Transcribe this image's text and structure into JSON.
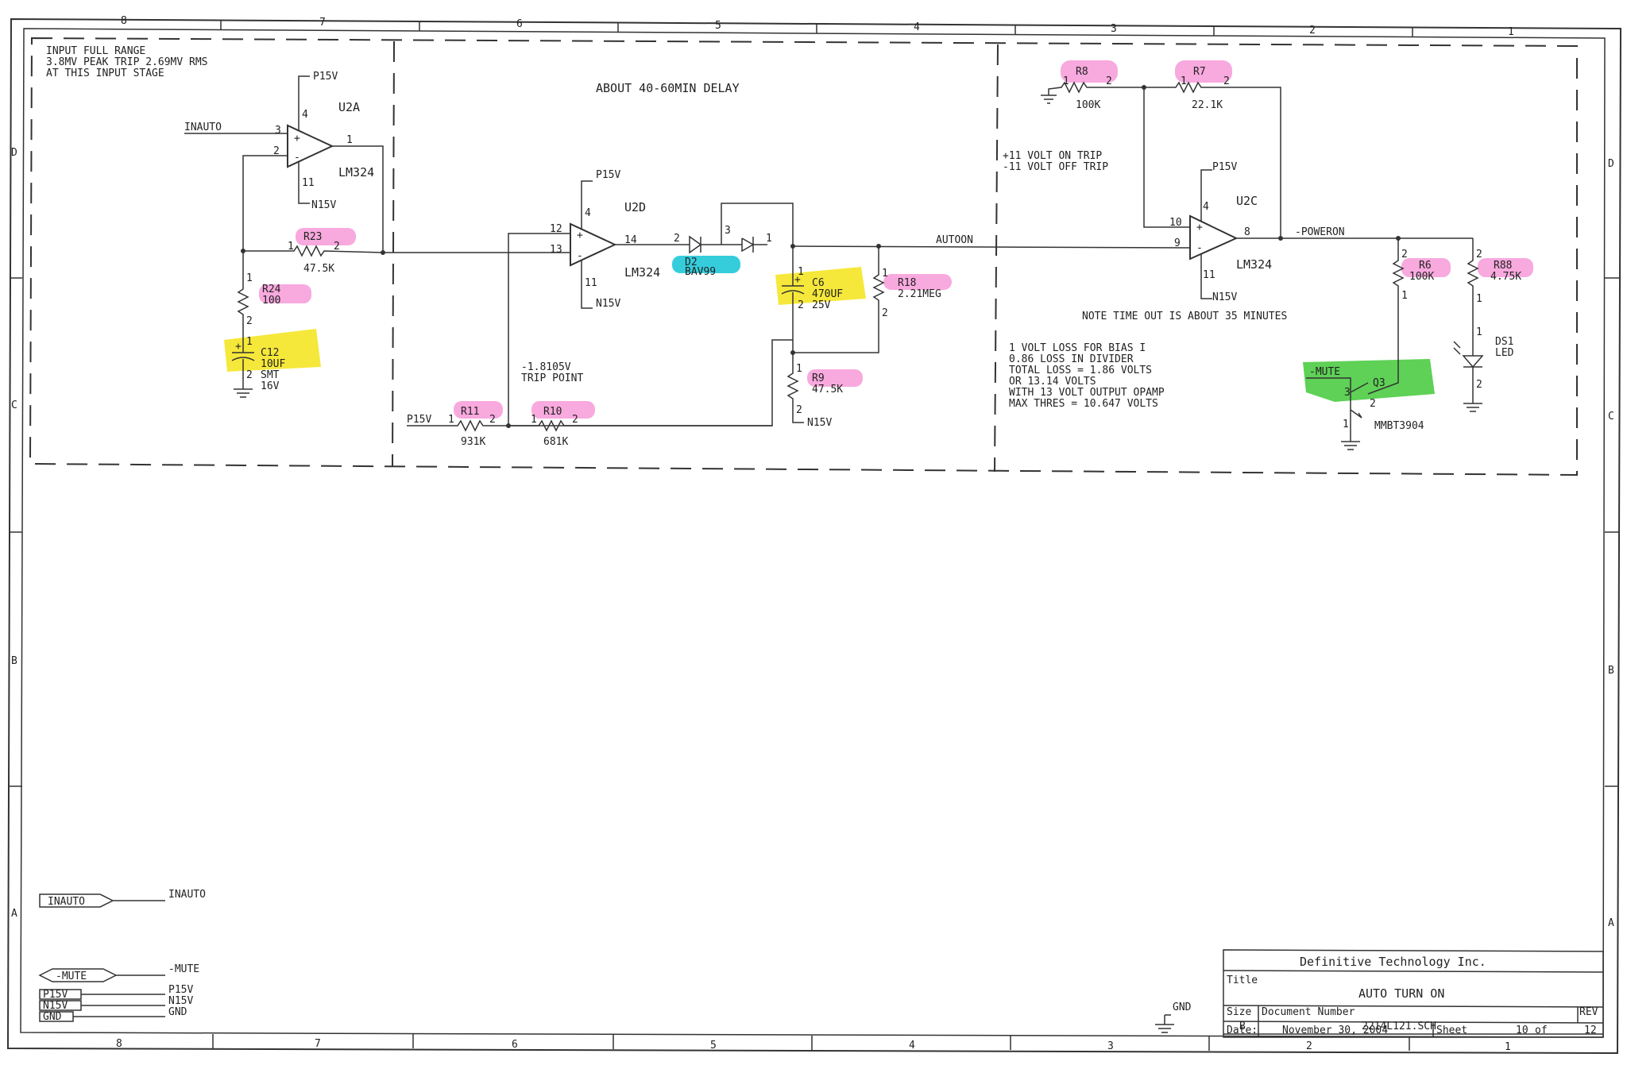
{
  "border": {
    "top_cols": [
      "8",
      "7",
      "6",
      "5",
      "4",
      "3",
      "2",
      "1"
    ],
    "bottom_cols": [
      "8",
      "7",
      "6",
      "5",
      "4",
      "3",
      "2",
      "1"
    ],
    "left_rows": [
      "D",
      "C",
      "B",
      "A"
    ],
    "right_rows": [
      "D",
      "C",
      "B",
      "A"
    ]
  },
  "notes": {
    "input_range": [
      "INPUT FULL RANGE",
      "3.8MV PEAK TRIP 2.69MV RMS",
      "AT THIS INPUT STAGE"
    ],
    "delay": "ABOUT 40-60MIN DELAY",
    "trip_point": [
      "-1.8105V",
      "TRIP POINT"
    ],
    "volt_trip": [
      "+11 VOLT ON TRIP",
      "-11 VOLT OFF TRIP"
    ],
    "timeout": "NOTE TIME OUT IS ABOUT 35 MINUTES",
    "loss": [
      "1 VOLT LOSS FOR BIAS I",
      "0.86 LOSS IN DIVIDER",
      "TOTAL LOSS = 1.86 VOLTS",
      "OR 13.14 VOLTS",
      "WITH 13 VOLT OUTPUT OPAMP",
      "MAX THRES = 10.647 VOLTS"
    ]
  },
  "nets": {
    "inauto": "INAUTO",
    "autoon": "AUTOON",
    "poweron": "-POWERON",
    "mute": "-MUTE",
    "p15v": "P15V",
    "n15v": "N15V",
    "gnd": "GND"
  },
  "parts": {
    "u2a": {
      "ref": "U2A",
      "val": "LM324",
      "p_in": "3",
      "n_in": "2",
      "out": "1",
      "vplus": "4",
      "vminus": "11"
    },
    "u2d": {
      "ref": "U2D",
      "val": "LM324",
      "p_in": "12",
      "n_in": "13",
      "out": "14",
      "vplus": "4",
      "vminus": "11"
    },
    "u2c": {
      "ref": "U2C",
      "val": "LM324",
      "p_in": "10",
      "n_in": "9",
      "out": "8",
      "vplus": "4",
      "vminus": "11"
    },
    "r23": {
      "ref": "R23",
      "val": "47.5K"
    },
    "r24": {
      "ref": "R24",
      "val": "100"
    },
    "c12": {
      "ref": "C12",
      "val": [
        "10UF",
        "SMT",
        "16V"
      ]
    },
    "d2": {
      "ref": "D2",
      "val": "BAV99"
    },
    "c6": {
      "ref": "C6",
      "val": [
        "470UF",
        "25V"
      ]
    },
    "r18": {
      "ref": "R18",
      "val": "2.21MEG"
    },
    "r9": {
      "ref": "R9",
      "val": "47.5K"
    },
    "r11": {
      "ref": "R11",
      "val": "931K"
    },
    "r10": {
      "ref": "R10",
      "val": "681K"
    },
    "r8": {
      "ref": "R8",
      "val": "100K"
    },
    "r7": {
      "ref": "R7",
      "val": "22.1K"
    },
    "r6": {
      "ref": "R6",
      "val": "100K"
    },
    "r88": {
      "ref": "R88",
      "val": "4.75K"
    },
    "ds1": {
      "ref": "DS1",
      "val": "LED"
    },
    "q3": {
      "ref": "Q3",
      "val": "MMBT3904"
    }
  },
  "pins": {
    "one": "1",
    "two": "2",
    "three": "3"
  },
  "ports": {
    "inauto": "INAUTO",
    "mute": "-MUTE",
    "p15v": "P15V",
    "n15v": "N15V",
    "gnd": "GND"
  },
  "title_block": {
    "company": "Definitive Technology Inc.",
    "title_label": "Title",
    "title": "AUTO TURN ON",
    "size_label": "Size",
    "size": "B",
    "docnum_label": "Document Number",
    "docnum": "2214L121.SCH",
    "rev_label": "REV",
    "rev": "",
    "date_label": "Date:",
    "date": "November 30, 2004",
    "sheet_label": "Sheet",
    "sheet": "10",
    "of_label": "of",
    "of": "12"
  },
  "highlight_colors": {
    "resistor": "#f79ad8",
    "capacitor": "#f5e625",
    "diode": "#1fc8d8",
    "transistor": "#4ccc44"
  }
}
